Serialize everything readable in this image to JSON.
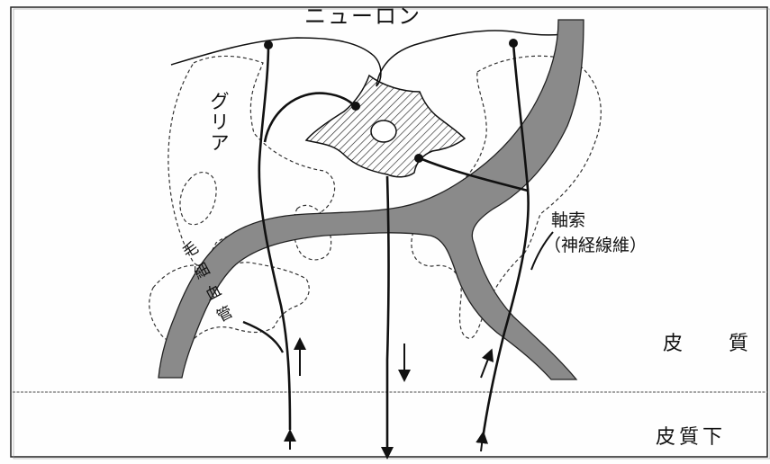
{
  "labels": {
    "neuron": "ニューロン",
    "glia": "グリア",
    "axon": "軸索",
    "axon_sub": "（神経線維）",
    "capillary": "毛細血管",
    "cortex": "皮 質",
    "subcortex": "皮質下"
  },
  "colors": {
    "line": "#111111",
    "vessel": "#8a8a8a",
    "background": "#fefefe"
  }
}
